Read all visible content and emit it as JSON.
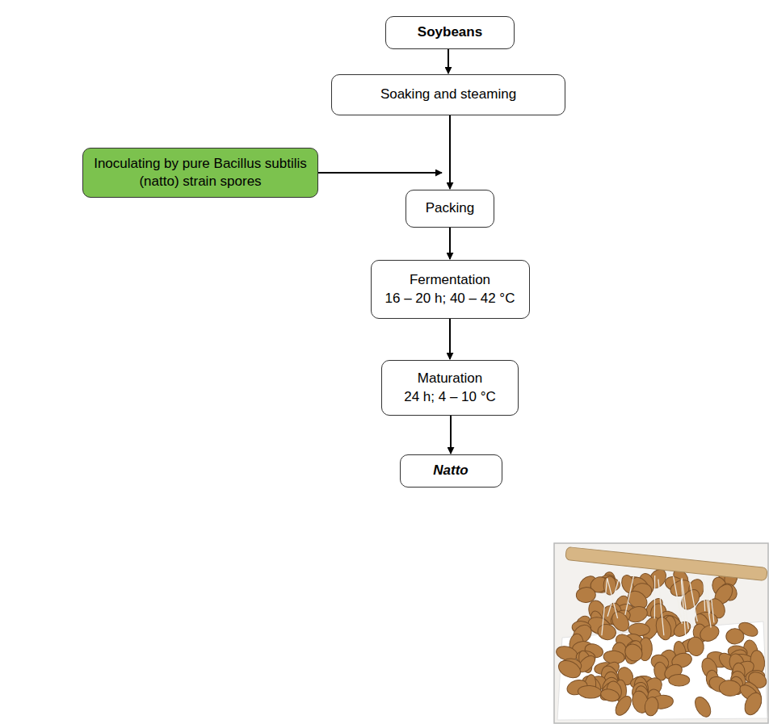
{
  "diagram": {
    "nodes": [
      {
        "text": [
          "Soybeans"
        ]
      },
      {
        "text": [
          "Soaking and steaming"
        ]
      },
      {
        "text": [
          "Inoculating by pure Bacillus subtilis (natto) strain spores"
        ]
      },
      {
        "text": [
          "Packing"
        ]
      },
      {
        "text": [
          "Fermentation",
          "16 – 20 h; 40 – 42 °C"
        ]
      },
      {
        "text": [
          "Maturation",
          "24 h; 4 – 10 °C"
        ]
      },
      {
        "text": [
          "Natto"
        ]
      }
    ],
    "edges": [
      {
        "from": 0,
        "to": 1,
        "arrow": "to"
      },
      {
        "from": 1,
        "to": 3,
        "arrow": "to"
      },
      {
        "from": 2,
        "to": 3,
        "arrow": "to"
      },
      {
        "from": 3,
        "to": 4,
        "arrow": "to"
      },
      {
        "from": 4,
        "to": 5,
        "arrow": "to"
      },
      {
        "from": 5,
        "to": 6,
        "arrow": "to"
      }
    ]
  }
}
